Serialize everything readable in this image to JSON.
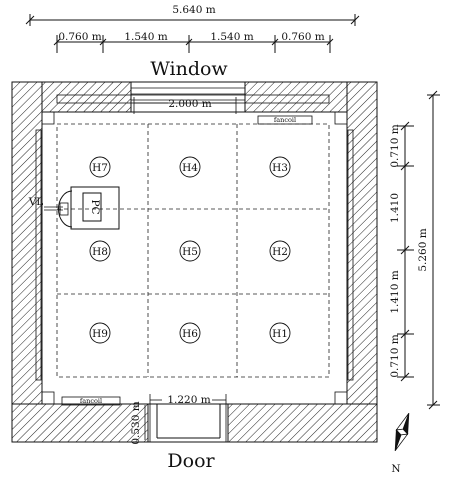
{
  "labels": {
    "window": "Window",
    "door": "Door",
    "vl": "VL",
    "pc": "PC",
    "fancoil": "fancoil",
    "north": "N"
  },
  "dimensions": {
    "total_width": "5.640 m",
    "seg_left_outer": "0.760 m",
    "seg_left_inner": "1.540 m",
    "seg_right_inner": "1.540 m",
    "seg_right_outer": "0.760 m",
    "window_width": "2.000 m",
    "door_width": "1.220 m",
    "door_depth": "0.530 m",
    "total_height": "5.260 m",
    "v_top": "0.710 m",
    "v_upper_mid": "1.410",
    "v_lower_mid": "1.410 m",
    "v_bottom": "0.710 m"
  },
  "heaters": [
    "H1",
    "H2",
    "H3",
    "H4",
    "H5",
    "H6",
    "H7",
    "H8",
    "H9"
  ]
}
